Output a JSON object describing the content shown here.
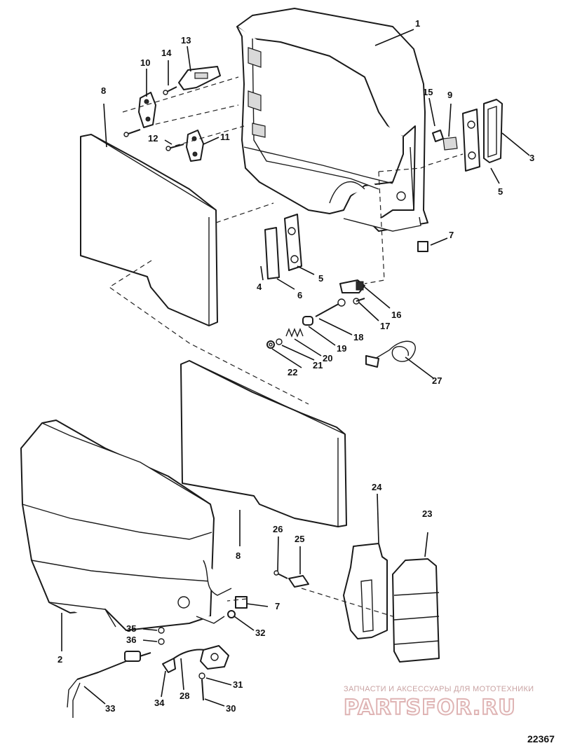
{
  "figure_number": "22367",
  "watermark": {
    "caption": "ЗАПЧАСТИ И АКСЕССУАРЫ ДЛЯ МОТОТЕХНИКИ",
    "logo": "PARTSFOR.RU"
  },
  "callouts": {
    "c1": "1",
    "c2": "2",
    "c3": "3",
    "c4": "4",
    "c5a": "5",
    "c5b": "5",
    "c6": "6",
    "c7a": "7",
    "c7b": "7",
    "c8a": "8",
    "c8b": "8",
    "c9": "9",
    "c10": "10",
    "c11": "11",
    "c12": "12",
    "c13": "13",
    "c14": "14",
    "c15": "15",
    "c16": "16",
    "c17": "17",
    "c18": "18",
    "c19": "19",
    "c20": "20",
    "c21": "21",
    "c22": "22",
    "c23": "23",
    "c24": "24",
    "c25": "25",
    "c26": "26",
    "c27": "27",
    "c28": "28",
    "c30": "30",
    "c31": "31",
    "c32": "32",
    "c33": "33",
    "c34": "34",
    "c35": "35",
    "c36": "36"
  }
}
